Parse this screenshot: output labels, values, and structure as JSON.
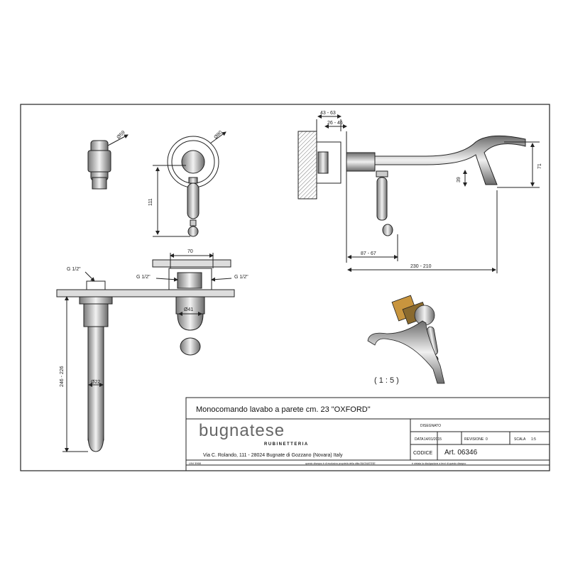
{
  "dimensions": {
    "d_knob_small": "Ø59",
    "d_knob_big": "Ø80",
    "h111": "111",
    "top_w1": "43 - 63",
    "top_w2": "26 - 46",
    "h71": "71",
    "h39": "39",
    "w87": "87 - 67",
    "w230": "230 - 210",
    "w70": "70",
    "g_left": "G 1/2\"",
    "g_mid": "G 1/2\"",
    "g_right": "G 1/2\"",
    "d41": "Ø41",
    "h246": "246 - 226",
    "d22": "Ø22",
    "scale": "( 1 : 5 )"
  },
  "title_block": {
    "title": "Monocomando lavabo a parete cm. 23 \"OXFORD\"",
    "brand": "bugnatese",
    "brand_sub": "RUBINETTERIA",
    "address": "Via C. Rolando, 111 - 28024 Bugnate di Gozzano (Novara) Italy",
    "disegnato_label": "DISEGNATO",
    "data_label": "DATA",
    "data_value": "14/01/2015",
    "revisione_label": "REVISIONE",
    "revisione_value": "0",
    "scala_label": "SCALA",
    "scala_value": "1:5",
    "codice_label": "CODICE",
    "codice_value": "Art. 06346",
    "uni_label": "UNI 3968",
    "footer_note_1": "questo disegno è di esclusiva proprietà della ditta BUGNATESE",
    "footer_note_2": "è vietata la divulgazione a terzi di questo disegno"
  }
}
